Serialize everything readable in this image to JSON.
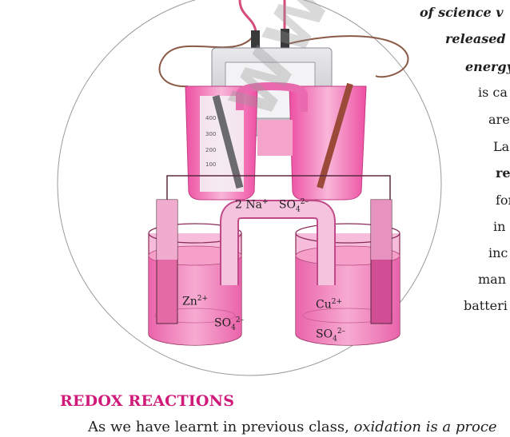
{
  "right_column": [
    {
      "text": "of science v",
      "style": "bi"
    },
    {
      "text": "released",
      "style": "bi"
    },
    {
      "text": "energy",
      "style": "bi"
    },
    {
      "text": "is ca",
      "style": "normal"
    },
    {
      "text": "are",
      "style": "normal"
    },
    {
      "text": "La",
      "style": "normal"
    },
    {
      "text": "re",
      "style": "b"
    },
    {
      "text": "for",
      "style": "normal"
    },
    {
      "text": "in",
      "style": "normal"
    },
    {
      "text": "inc",
      "style": "normal"
    },
    {
      "text": "man",
      "style": "normal"
    },
    {
      "text": "batteri",
      "style": "normal"
    }
  ],
  "diagram": {
    "salt_bridge_cation": "2 Na",
    "salt_bridge_cation_charge": "+",
    "salt_bridge_anion": "SO",
    "salt_bridge_anion_sub": "4",
    "salt_bridge_anion_charge": "2–",
    "left_ion": "Zn",
    "left_ion_charge": "2+",
    "left_anion": "SO",
    "left_anion_sub": "4",
    "left_anion_charge": "2–",
    "right_ion": "Cu",
    "right_ion_charge": "2+",
    "right_anion": "SO",
    "right_anion_sub": "4",
    "right_anion_charge": "2–",
    "beaker_marks": [
      "400",
      "300",
      "200",
      "100"
    ]
  },
  "watermark": "WWW.JEE",
  "heading": "REDOX REACTIONS",
  "body": {
    "prefix": "As we have learnt in previous class, ",
    "italic": "oxidation is a proce"
  },
  "colors": {
    "heading": "#d01a7a",
    "solution_pink": "#f06ab0",
    "beaker_outline": "#8a2a58"
  }
}
